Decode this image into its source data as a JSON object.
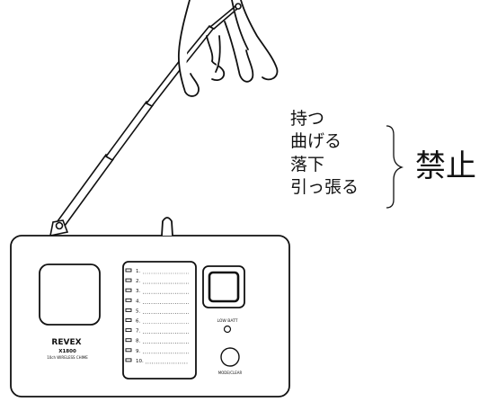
{
  "instructions": {
    "actions": [
      "持つ",
      "曲げる",
      "落下",
      "引っ張る"
    ],
    "verdict": "禁止"
  },
  "device": {
    "brand": "REVEX",
    "model": "X1800",
    "subtitle": "10ch WIRELESS CHIME",
    "low_batt_label": "LOW BATT",
    "mode_label": "MODE/CLEAR",
    "channels": [
      "1.",
      "2.",
      "3.",
      "4.",
      "5.",
      "6.",
      "7.",
      "8.",
      "9.",
      "10."
    ]
  }
}
